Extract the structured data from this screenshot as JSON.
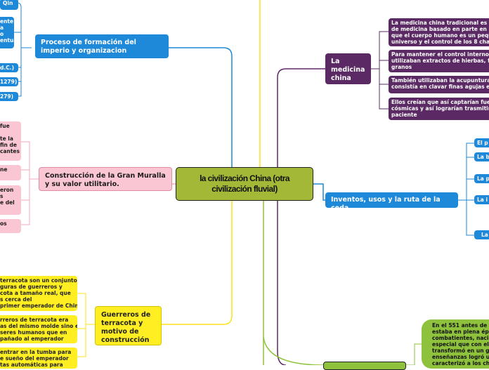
{
  "center": {
    "title": "la civilización China (otra civilización fluvial)"
  },
  "colors": {
    "blue": "#1e88d9",
    "purple": "#5b2a64",
    "pink": "#fbc6d4",
    "yellow": "#ffee22",
    "green": "#8fc23c",
    "center": "#a2b836"
  },
  "branches": {
    "imperio": {
      "title": "Proceso de formación del imperio y organizacion",
      "children": [
        "Qin",
        "ente\na\no\nentual",
        "d.C.)",
        "1279)",
        "279)"
      ]
    },
    "muralla": {
      "title": "Construcción de la Gran Muralla y su valor utilitario.",
      "children": [
        "fue\n\nte la\nfin de\ncantes",
        "ne",
        "eron\ns\ne del",
        "os"
      ]
    },
    "guerreros": {
      "title": "Guerreros de terracota  y motivo de construcción",
      "children": [
        "terracota son un conjunto\nguras de guerreros y\ncota a tamaño real, que\ns cerca del\nprimer emperador de China",
        "rreros de terracota era\nas del mismo molde sino el\nseres humanos que en\npañado al emperador",
        "entrar en la tumba para\ne sueño del emperador\ntas automáticas para"
      ]
    },
    "medicina": {
      "title": "La medicina china",
      "children": [
        "La medicina china tradicional es un\nde medicina basado en parte en la i\nque el cuerpo humano es un pequeñ\nuniverso y el control de los 8 chacra",
        "Para mantener el control interno de\nutilizaban extractos de hierbas, frut\ngranos",
        "También utilizaban la acupuntura la\nconsistía en clavar finas agujas en l",
        "Ellos creían que así captarían fuerza\ncósmicas y así lograrían trasmitirse\npaciente"
      ]
    },
    "inventos": {
      "title": "Inventos, usos y la ruta de la ceda",
      "children": [
        "El p",
        "La b",
        "La p",
        "La i",
        "La"
      ]
    },
    "filosofia": {
      "children": [
        "En el 551 antes de c\nestaba en plena époc\ncombatientes, nació\nespecial que con el p\ntransformó en un gr\nenseñanzas logró un\ncaracterizó a los chi"
      ]
    }
  }
}
